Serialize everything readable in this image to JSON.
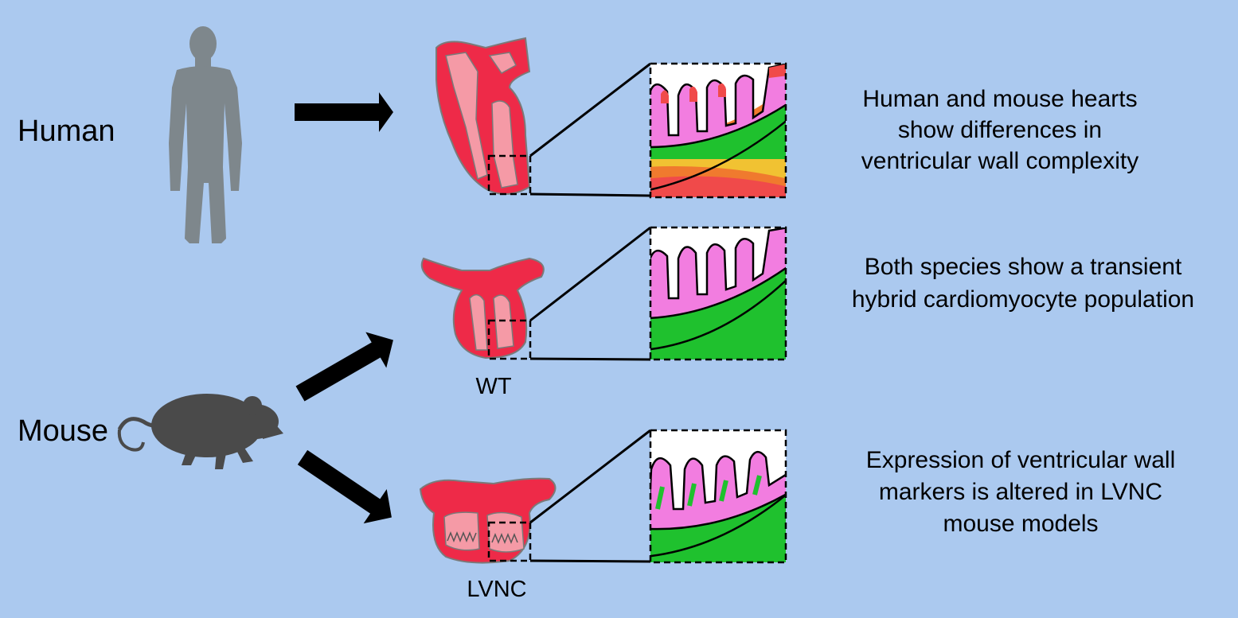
{
  "colors": {
    "background": "#abc9ef",
    "silhouette_human": "#7e878c",
    "silhouette_mouse": "#4a4a4a",
    "heart_wall": "#ee2a48",
    "heart_lumen": "#f59aa6",
    "trabeculae": "#f27de0",
    "compact_green": "#1fc12e",
    "compact_yellow": "#f1c232",
    "compact_orange": "#f07a2e",
    "compact_red": "#f04a4a",
    "arrow": "#000000"
  },
  "rows": [
    {
      "id": "human",
      "species": "Human",
      "sublabel": "",
      "caption": [
        "Human and mouse hearts",
        "show differences in",
        "ventricular wall complexity"
      ]
    },
    {
      "id": "wt",
      "species": "",
      "sublabel": "WT",
      "caption": [
        "Both species show a transient",
        "hybrid cardiomyocyte population"
      ]
    },
    {
      "id": "lvnc",
      "species": "Mouse",
      "sublabel": "LVNC",
      "caption": [
        "Expression of ventricular wall",
        "markers is altered in LVNC",
        "mouse models"
      ]
    }
  ],
  "icons": {
    "human": "human-silhouette-icon",
    "mouse": "mouse-silhouette-icon",
    "arrow": "arrow-right-icon"
  }
}
